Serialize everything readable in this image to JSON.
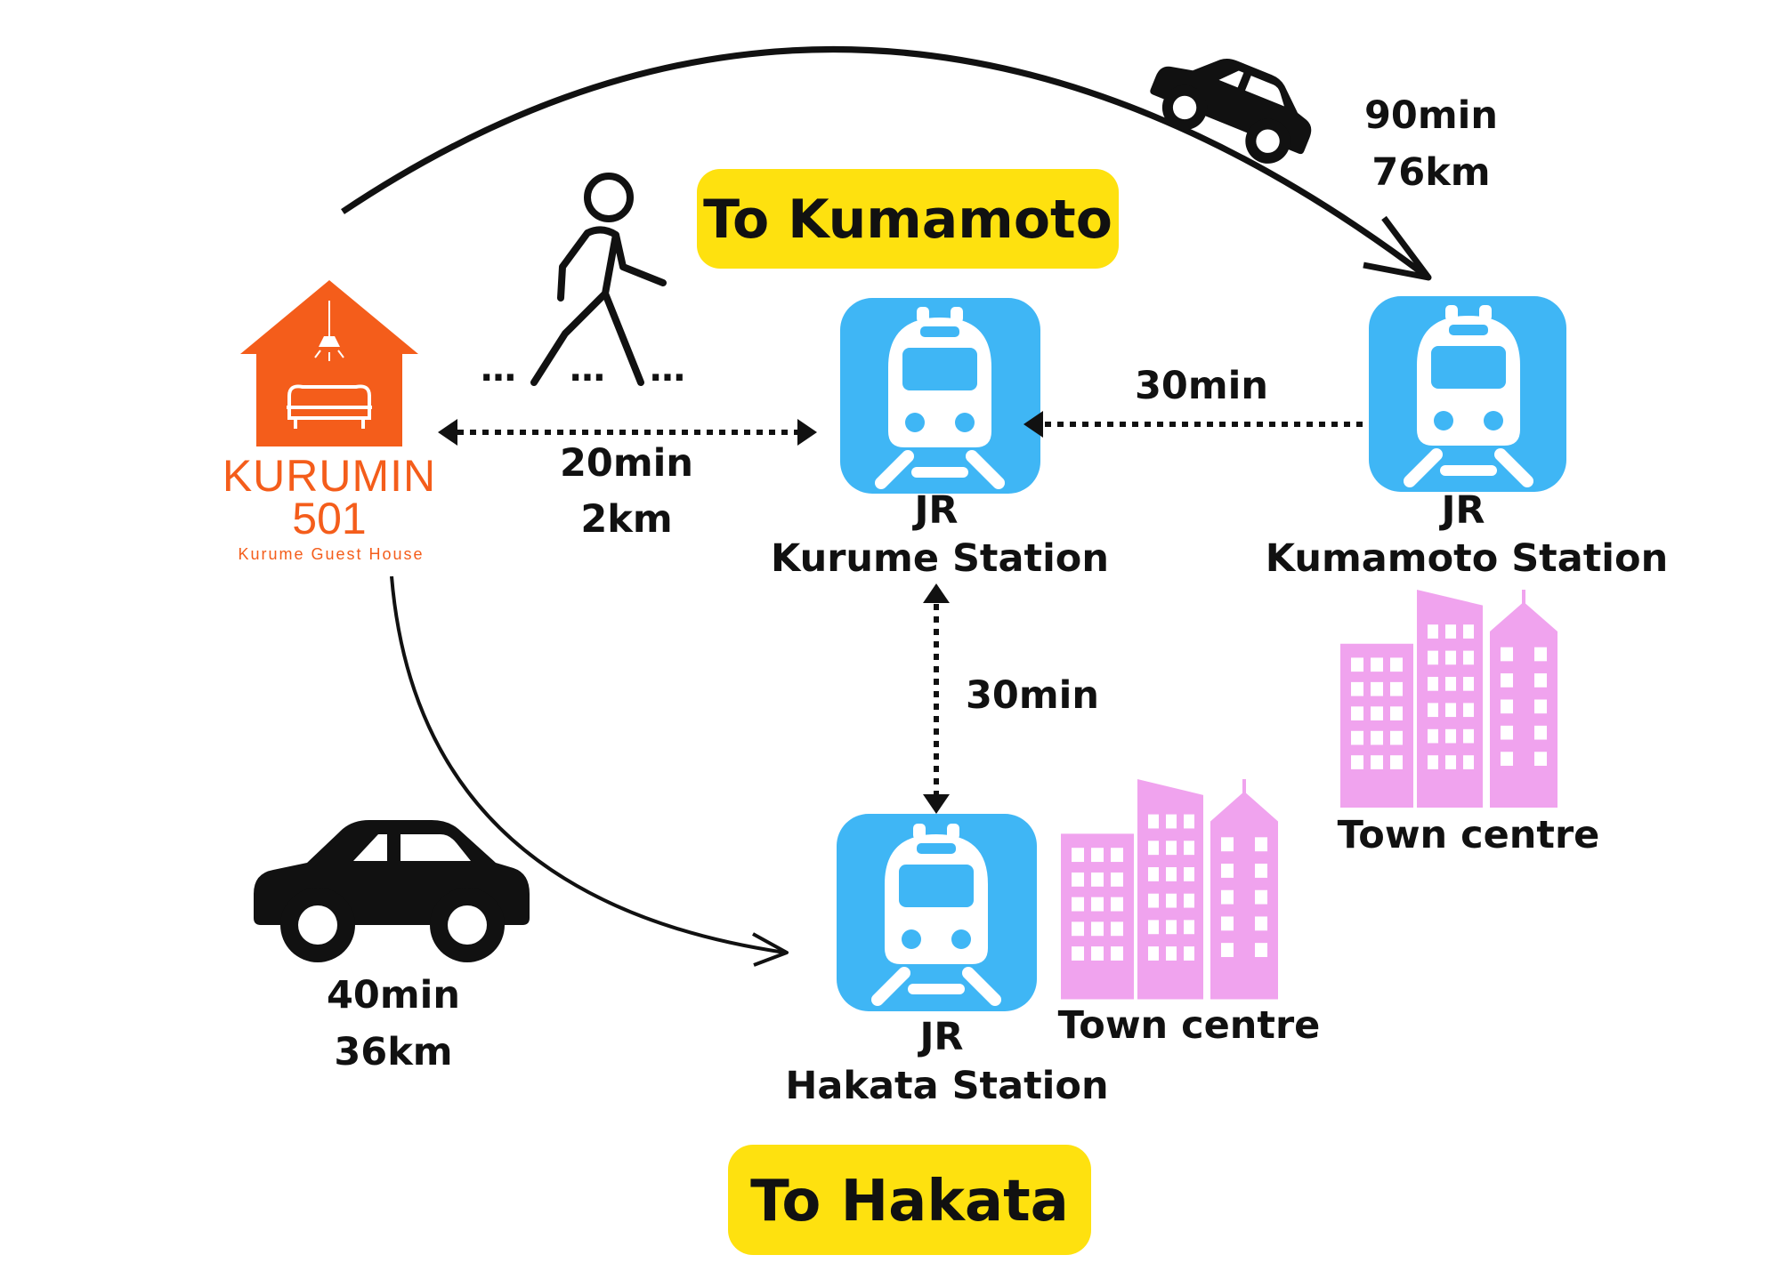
{
  "colors": {
    "house": "#f45d1b",
    "station_icon": "#3fb6f5",
    "buildings": "#f0a3ee",
    "pill": "#fee10f",
    "ink": "#111111"
  },
  "icons": {
    "house": "house-icon",
    "train": "train-icon",
    "car": "car-icon",
    "walker": "walking-person-icon",
    "buildings": "buildings-icon"
  },
  "guest_house": {
    "name_line1": "KURUMIN",
    "name_line2": "501",
    "tagline": "Kurume Guest House"
  },
  "destinations": {
    "north": "To Kumamoto",
    "south": "To Hakata"
  },
  "stations": {
    "kurume": {
      "line": "JR",
      "name": "Kurume Station"
    },
    "kumamoto": {
      "line": "JR",
      "name": "Kumamoto Station"
    },
    "hakata": {
      "line": "JR",
      "name": "Hakata Station"
    }
  },
  "town_labels": {
    "kumamoto": "Town centre",
    "hakata": "Town centre"
  },
  "routes": {
    "walk_to_kurume": {
      "time": "20min",
      "distance": "2km"
    },
    "kurume_to_kumamoto": {
      "time": "30min"
    },
    "kurume_to_hakata": {
      "time": "30min"
    },
    "car_to_kumamoto": {
      "time": "90min",
      "distance": "76km"
    },
    "car_to_hakata": {
      "time": "40min",
      "distance": "36km"
    }
  }
}
